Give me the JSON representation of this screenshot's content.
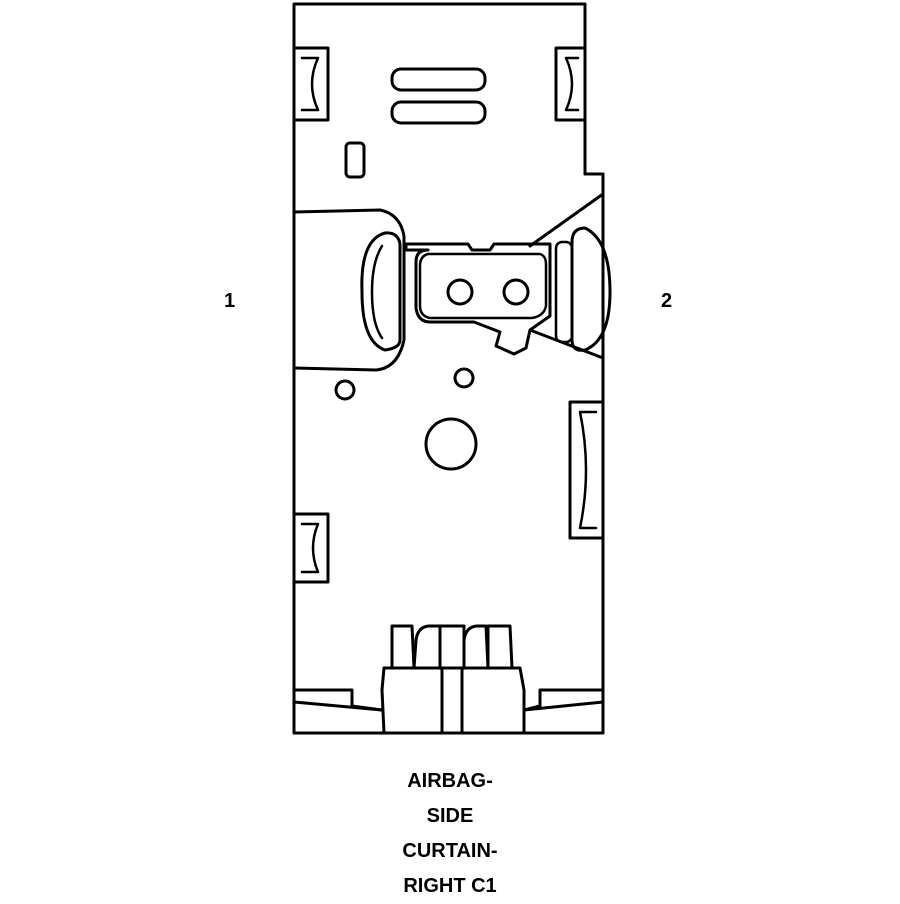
{
  "connector": {
    "pin_labels": [
      "1",
      "2"
    ],
    "caption_lines": [
      "AIRBAG-",
      "SIDE",
      "CURTAIN-",
      "RIGHT C1"
    ]
  }
}
